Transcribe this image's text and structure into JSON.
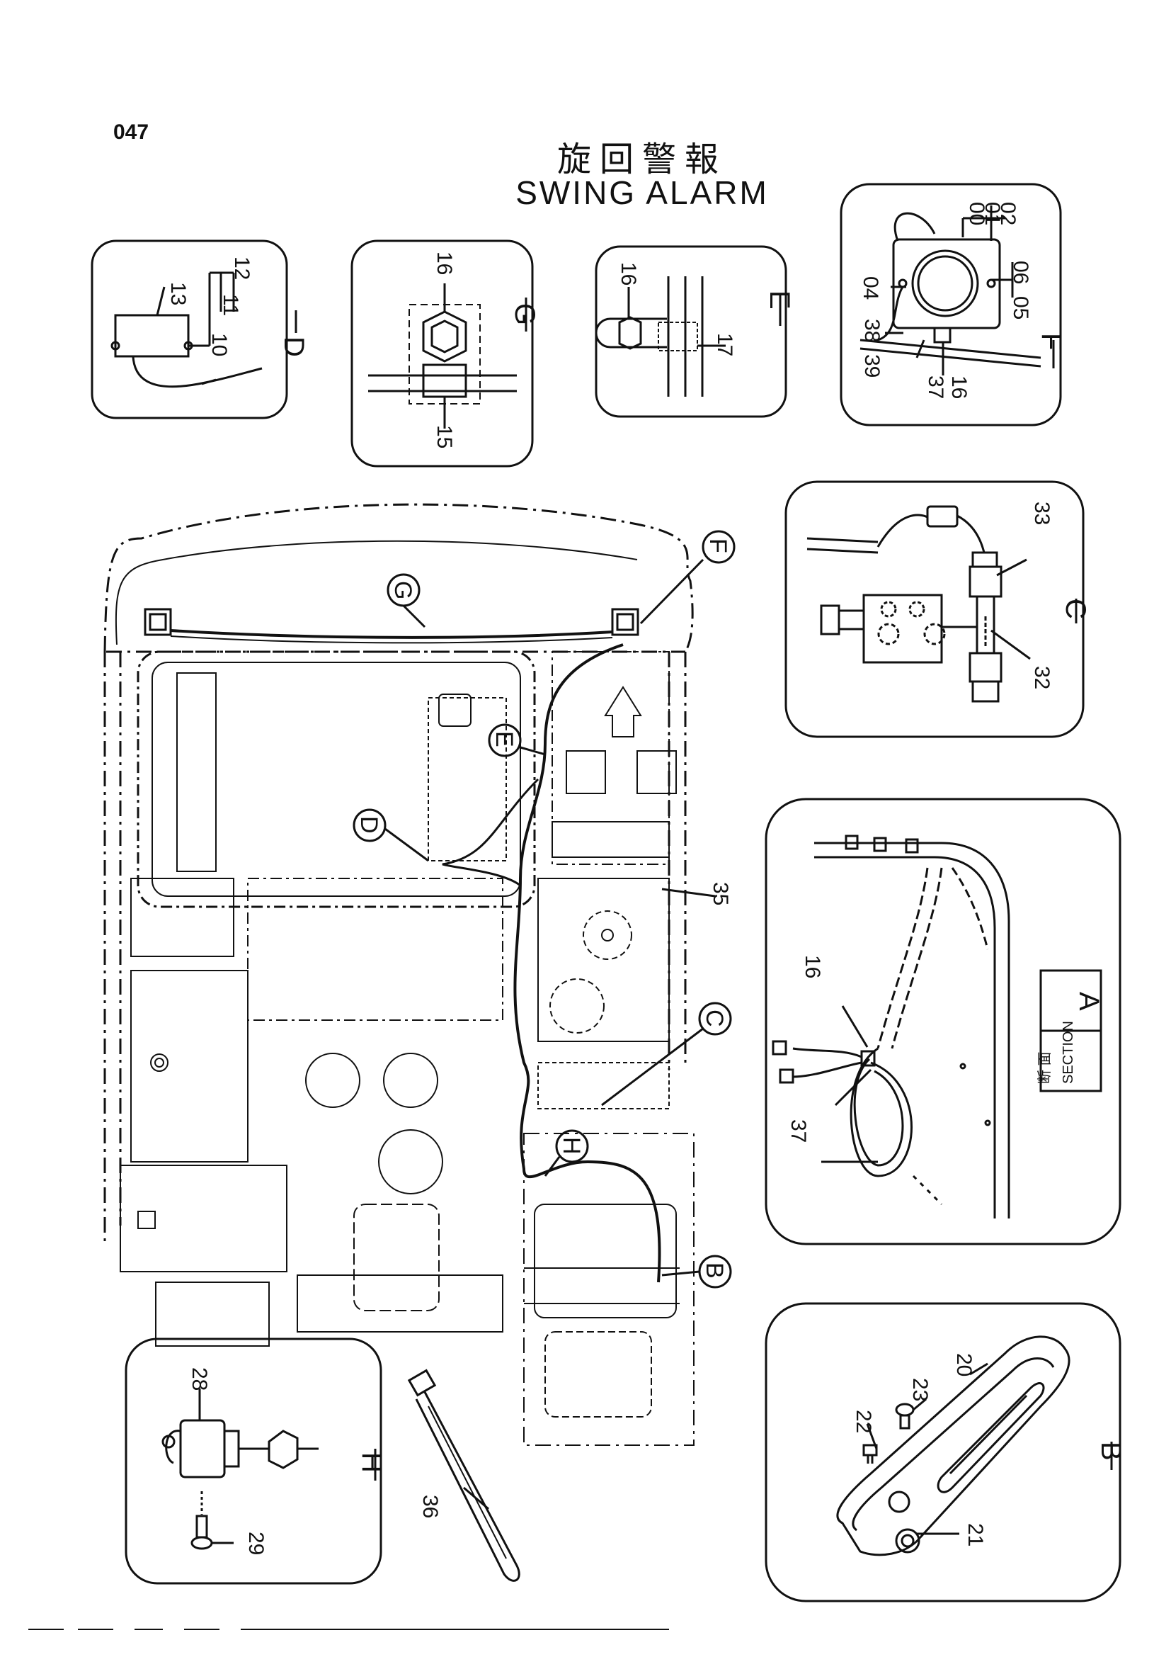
{
  "page_number": "047",
  "title_jp": "旋回警報",
  "title_en": "SWING ALARM",
  "views": {
    "D": {
      "letter": "D",
      "parts": [
        "13",
        "10",
        "11",
        "12"
      ]
    },
    "G": {
      "letter": "G",
      "parts": [
        "16",
        "15"
      ]
    },
    "E": {
      "letter": "E",
      "parts": [
        "16",
        "17"
      ]
    },
    "F": {
      "letter": "F",
      "parts": [
        "00",
        "01",
        "02",
        "04",
        "06",
        "05",
        "38",
        "39",
        "37",
        "16"
      ]
    },
    "C": {
      "letter": "C",
      "parts": [
        "33",
        "32"
      ]
    },
    "A": {
      "section_jp": "断 面",
      "section_en": "SECTION",
      "letter": "A",
      "parts": [
        "16",
        "37"
      ]
    },
    "B": {
      "letter": "B",
      "parts": [
        "23",
        "20",
        "22",
        "21"
      ]
    },
    "H": {
      "letter": "H",
      "parts": [
        "28",
        "29"
      ]
    }
  },
  "main_callouts": [
    "G",
    "F",
    "E",
    "D",
    "C",
    "H",
    "B"
  ],
  "main_parts": [
    "35",
    "36"
  ]
}
